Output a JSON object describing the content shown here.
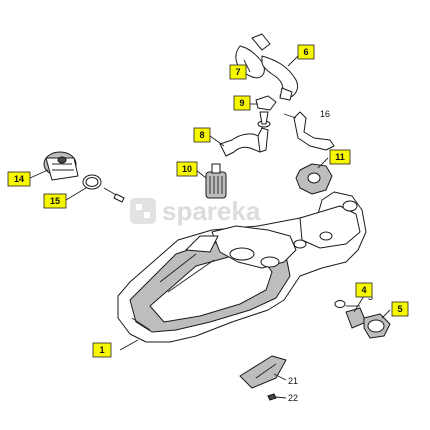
{
  "watermark": {
    "text": "spareka"
  },
  "callouts": {
    "c1": "1",
    "c3": "3",
    "c4": "4",
    "c5": "5",
    "c6": "6",
    "c7": "7",
    "c8": "8",
    "c9": "9",
    "c10": "10",
    "c11": "11",
    "c14": "14",
    "c15": "15"
  },
  "labels": {
    "l16": "16",
    "l21": "21",
    "l22": "22"
  },
  "colors": {
    "callout_fill": "#f7f700",
    "line": "#1a1a1a",
    "watermark": "#dcdcdc"
  }
}
